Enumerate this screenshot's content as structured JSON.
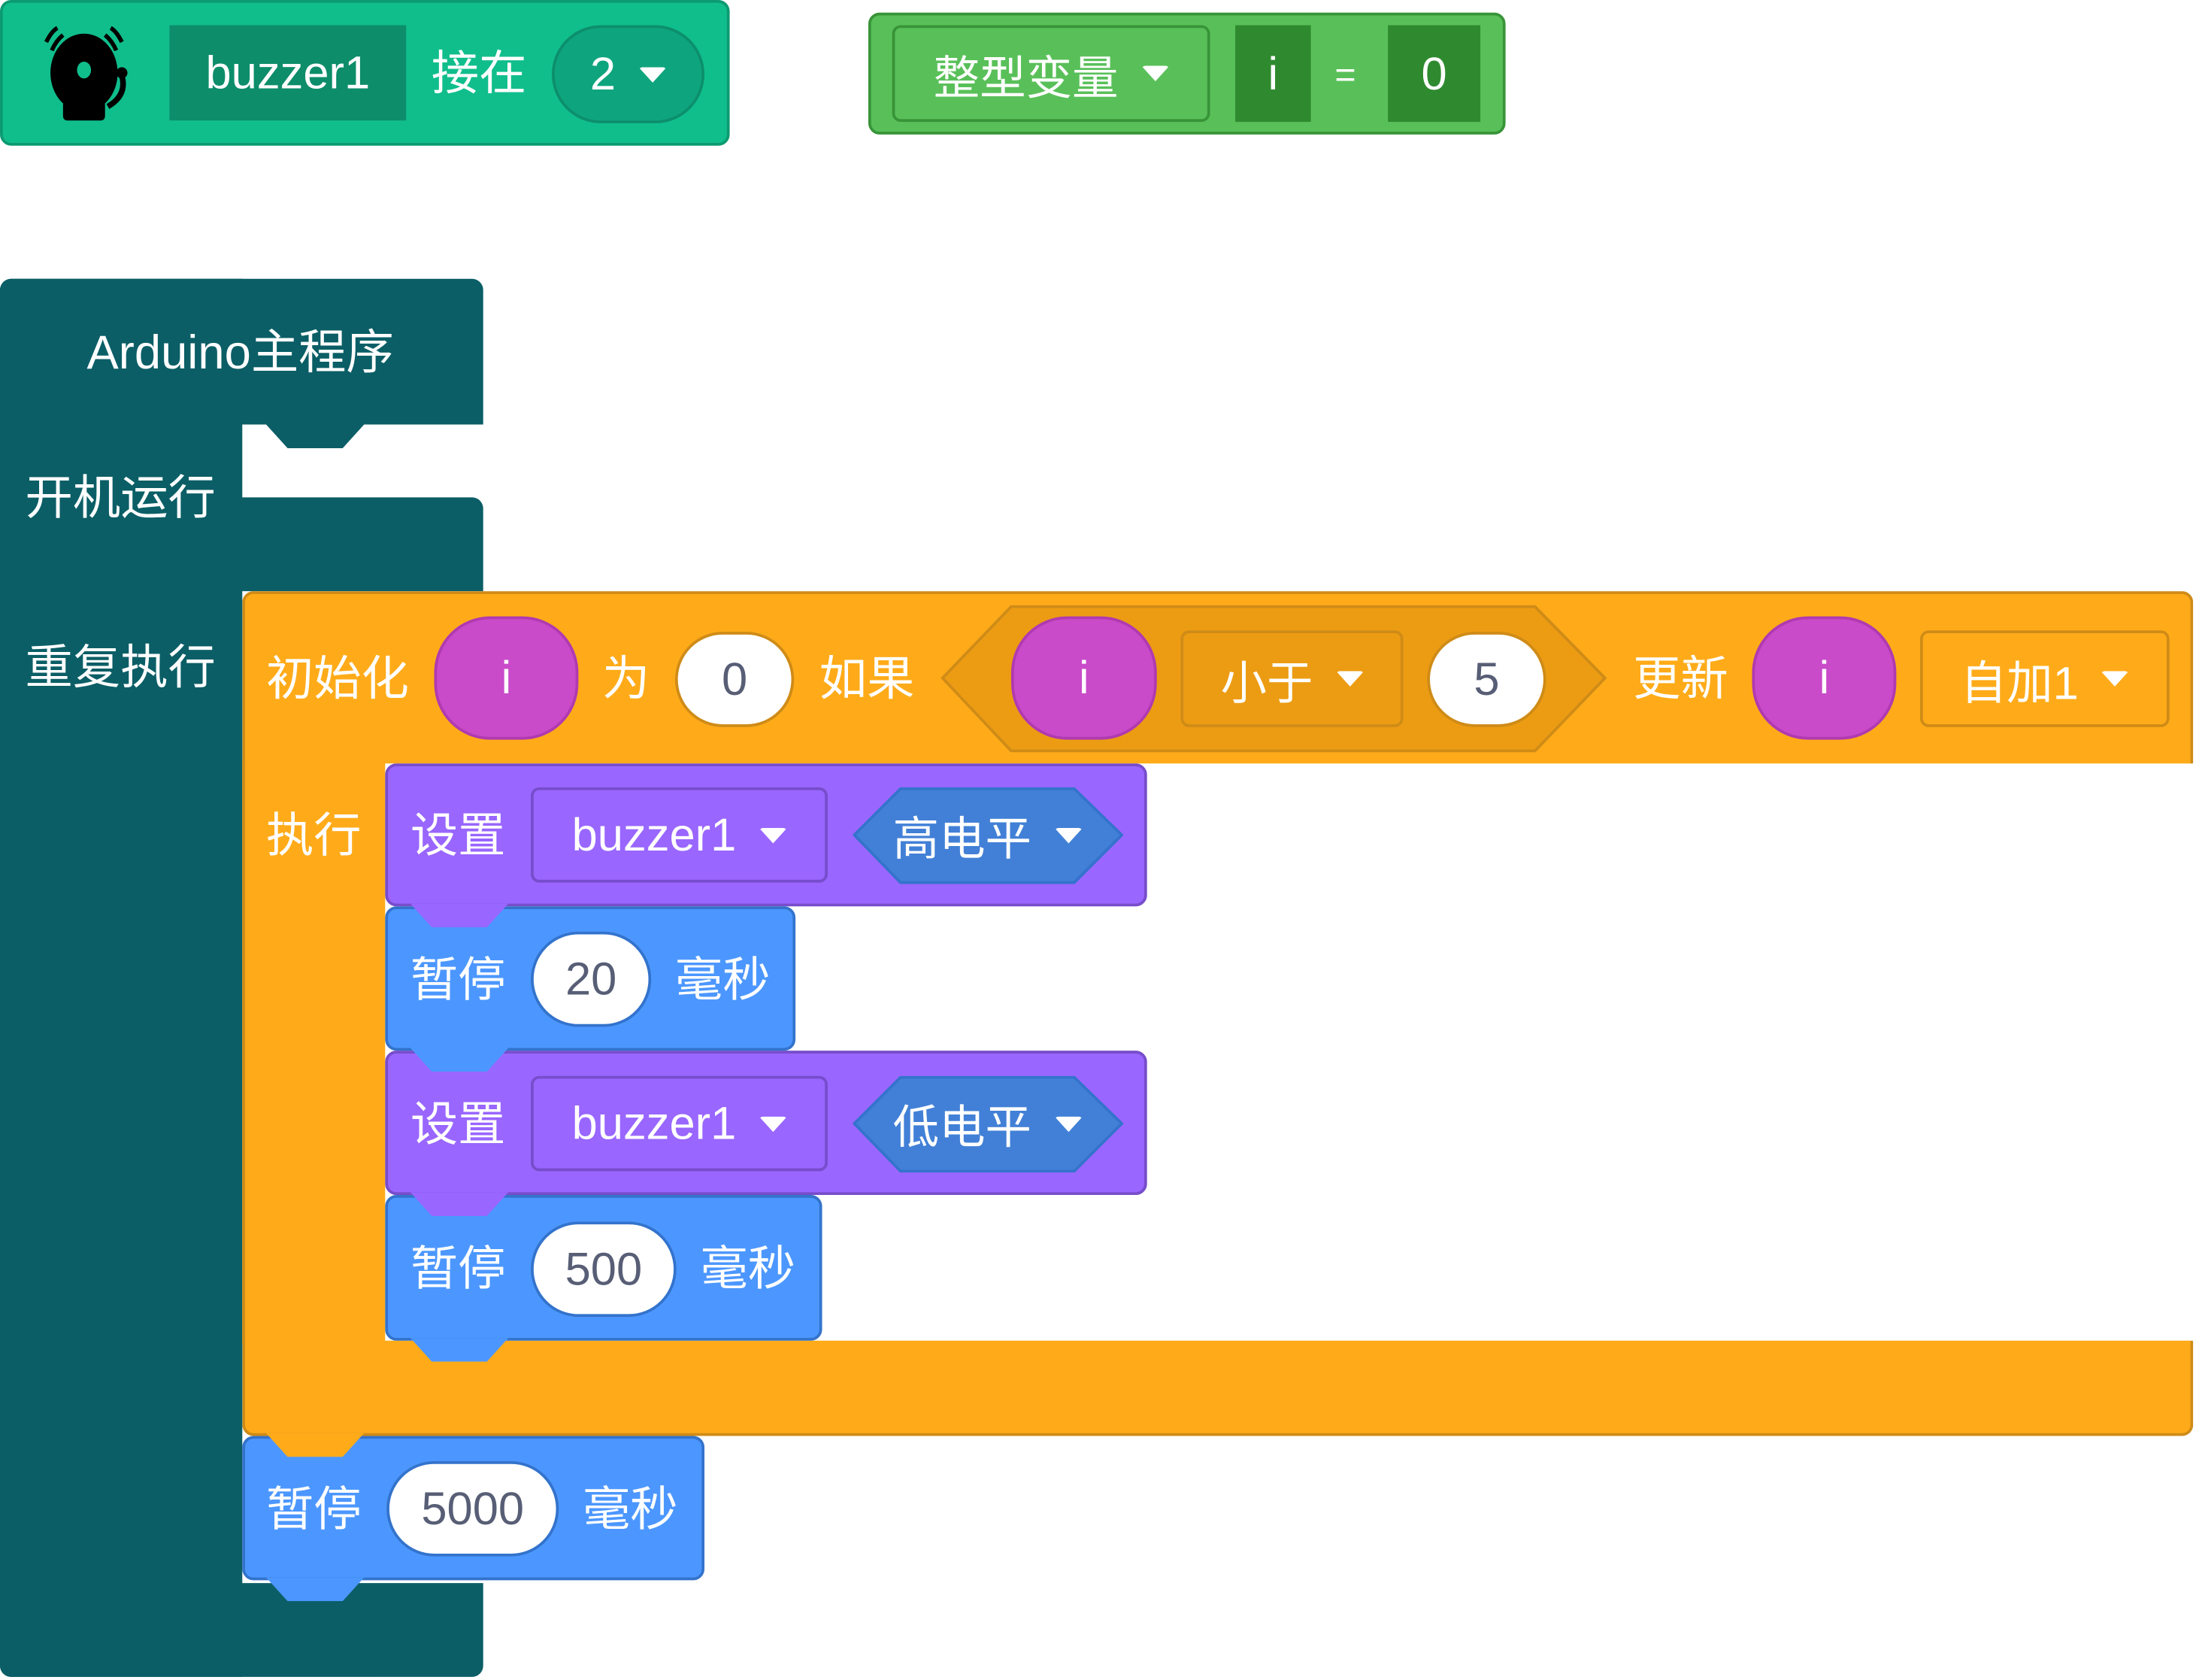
{
  "colors": {
    "sensor": "#10BE8C",
    "variable": "#59C059",
    "main": "#0B5E66",
    "control": "#FFAB19",
    "set": "#9966FF",
    "wait": "#4C97FF",
    "operator_var": "#C94BC9",
    "level_hex": "#4280D7"
  },
  "buzzer_block": {
    "icon": "bell-buzzer-icon",
    "name": "buzzer1",
    "label": "接在",
    "pin": "2"
  },
  "variable_block": {
    "type": "整型变量",
    "name": "i",
    "equals": "=",
    "value": "0"
  },
  "main_block": {
    "title": "Arduino主程序",
    "setup_label": "开机运行",
    "loop_label": "重复执行"
  },
  "for_block": {
    "init_label": "初始化",
    "var": "i",
    "as_label": "为",
    "init_value": "0",
    "if_label": "如果",
    "cond_var": "i",
    "operator": "小于",
    "limit": "5",
    "update_label": "更新",
    "update_var": "i",
    "update_op": "自加1",
    "do_label": "执行"
  },
  "body": [
    {
      "type": "set",
      "label": "设置",
      "device": "buzzer1",
      "level": "高电平"
    },
    {
      "type": "wait",
      "label": "暂停",
      "value": "20",
      "unit": "毫秒"
    },
    {
      "type": "set",
      "label": "设置",
      "device": "buzzer1",
      "level": "低电平"
    },
    {
      "type": "wait",
      "label": "暂停",
      "value": "500",
      "unit": "毫秒"
    }
  ],
  "after_wait": {
    "label": "暂停",
    "value": "5000",
    "unit": "毫秒"
  }
}
